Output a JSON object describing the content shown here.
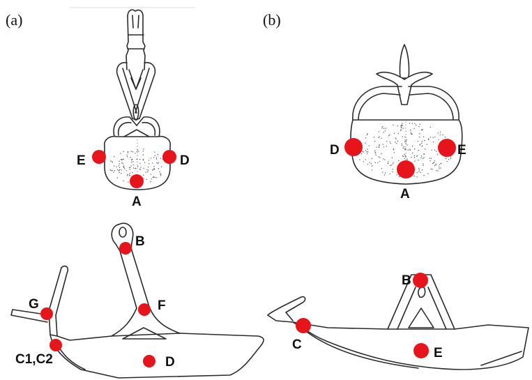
{
  "panels": {
    "a": {
      "label": "(a)"
    },
    "b": {
      "label": "(b)"
    }
  },
  "markers": {
    "a_top": [
      {
        "id": "E",
        "label": "E"
      },
      {
        "id": "D",
        "label": "D"
      },
      {
        "id": "A",
        "label": "A"
      }
    ],
    "a_bottom": [
      {
        "id": "B",
        "label": "B"
      },
      {
        "id": "F",
        "label": "F"
      },
      {
        "id": "G",
        "label": "G"
      },
      {
        "id": "C1C2",
        "label": "C1,C2"
      },
      {
        "id": "D",
        "label": "D"
      }
    ],
    "b_top": [
      {
        "id": "D",
        "label": "D"
      },
      {
        "id": "E",
        "label": "E"
      },
      {
        "id": "A",
        "label": "A"
      }
    ],
    "b_bottom": [
      {
        "id": "B",
        "label": "B"
      },
      {
        "id": "C",
        "label": "C"
      },
      {
        "id": "E",
        "label": "E"
      }
    ]
  },
  "colors": {
    "marker": "#e8141c",
    "line": "#2a2a2a"
  }
}
